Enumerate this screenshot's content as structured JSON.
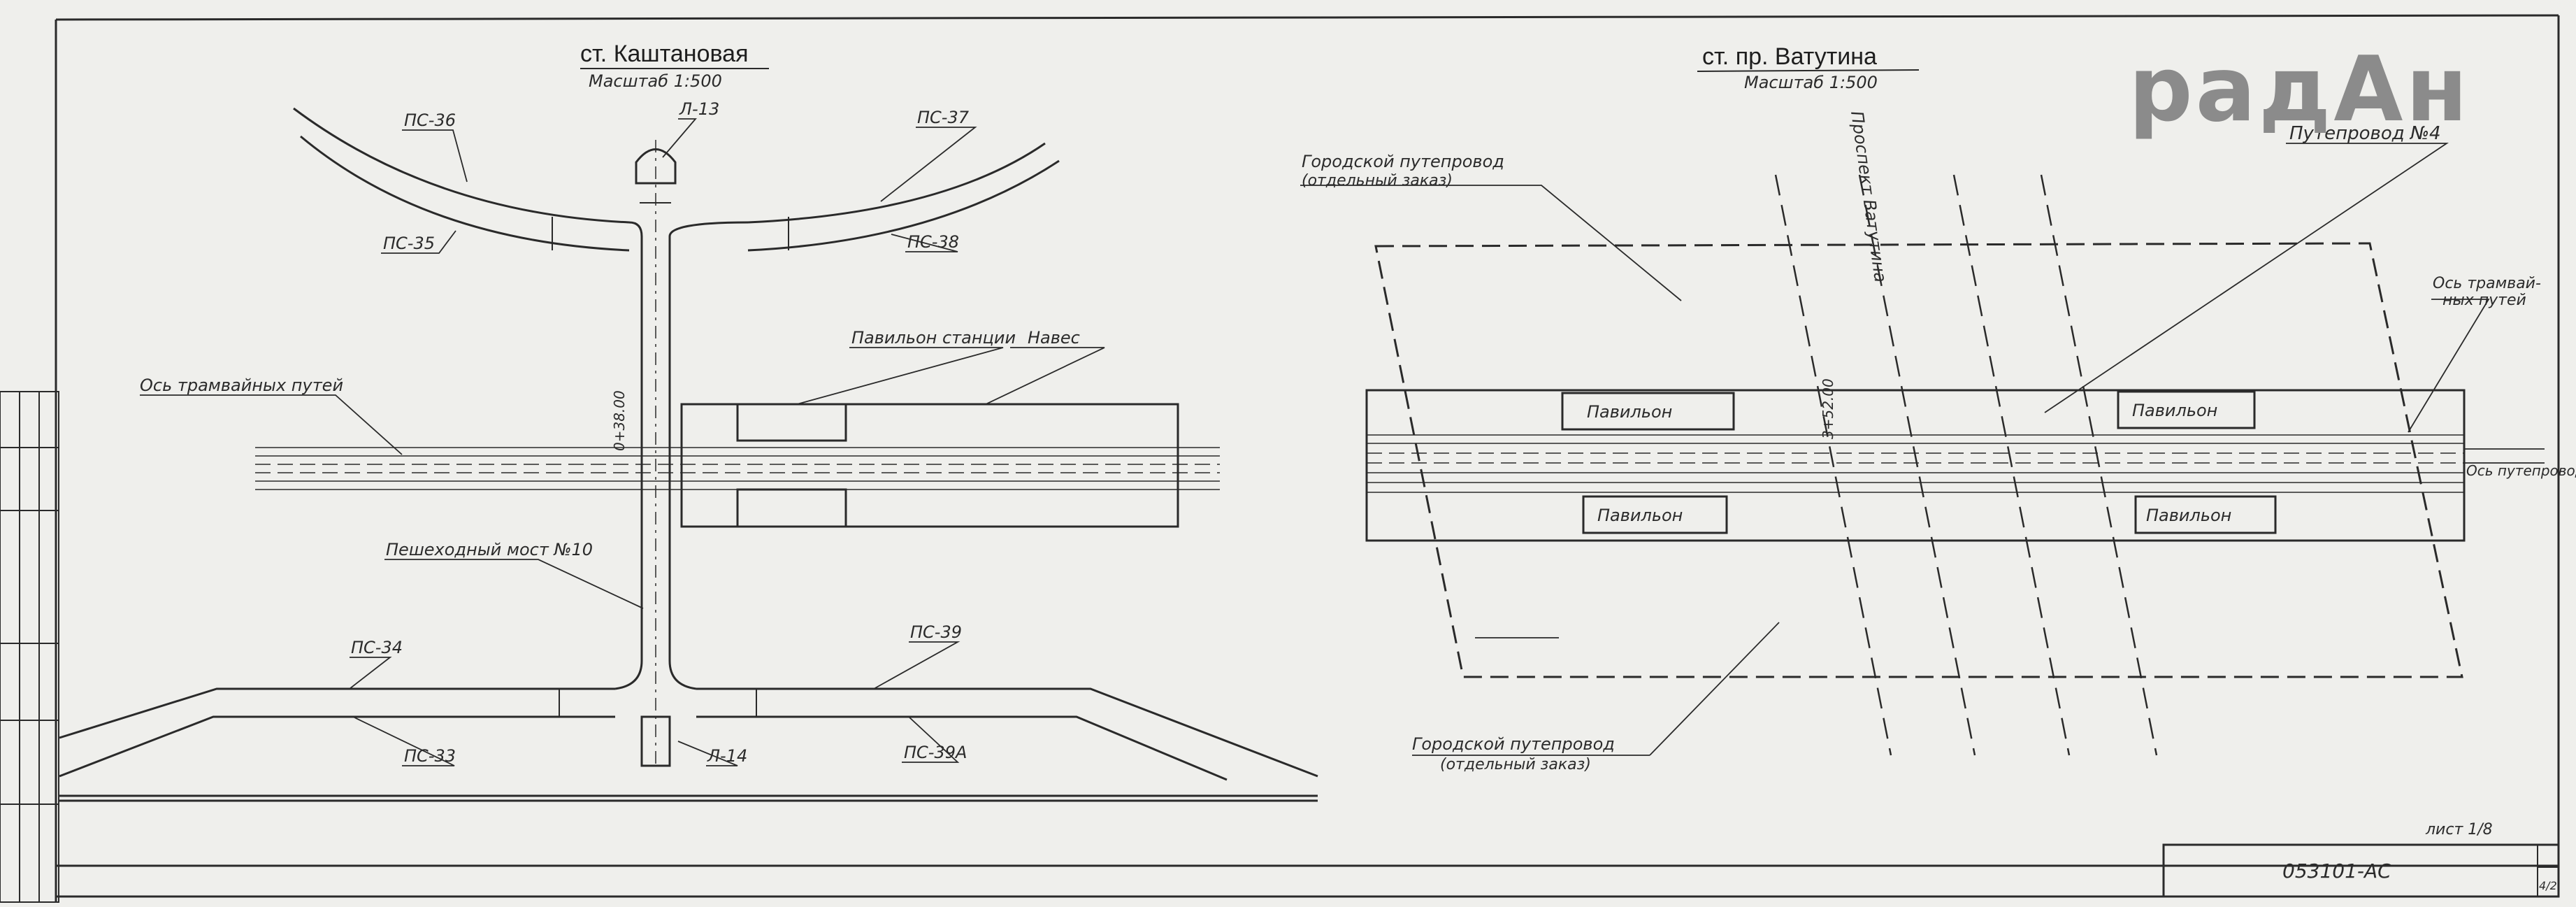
{
  "left_plan": {
    "station_title": "ст. Каштановая",
    "scale": "Масштаб 1:500",
    "labels": {
      "ps36": "ПС-36",
      "ps35": "ПС-35",
      "l13": "Л-13",
      "ps37": "ПС-37",
      "ps38": "ПС-38",
      "pavilion": "Павильон станции",
      "canopy": "Навес",
      "tram_axis": "Ось трамвайных путей",
      "pedestrian_bridge": "Пешеходный мост №10",
      "ps34": "ПС-34",
      "ps39": "ПС-39",
      "ps33": "ПС-33",
      "l14": "Л-14",
      "ps39a": "ПС-39А",
      "dim": "0+38.00"
    }
  },
  "right_plan": {
    "station_title": "ст. пр. Ватутина",
    "scale": "Масштаб 1:500",
    "labels": {
      "city_overpass_top": "Городской путепровод",
      "separate_order_top": "(отдельный заказ)",
      "avenue": "Проспект Ватутина",
      "overpass_4": "Путепровод №4",
      "tram_axis_1": "Ось трамвай-",
      "tram_axis_2": "ных путей",
      "axis_overpass": "Ось путепровода",
      "pavilion_1": "Павильон",
      "pavilion_2": "Павильон",
      "pavilion_3": "Павильон",
      "pavilion_4": "Павильон",
      "dim": "3+52.00",
      "city_overpass_bottom": "Городской путепровод",
      "separate_order_bottom": "(отдельный заказ)"
    }
  },
  "title_block": {
    "drawing_code": "053101-АС",
    "sheet_note": "лист 1/8",
    "sheet_num": "4/2"
  },
  "watermark": "радАн",
  "colors": {
    "ink": "#2a2a2a",
    "paper": "#efefec",
    "logo": "#8b8b8b"
  }
}
